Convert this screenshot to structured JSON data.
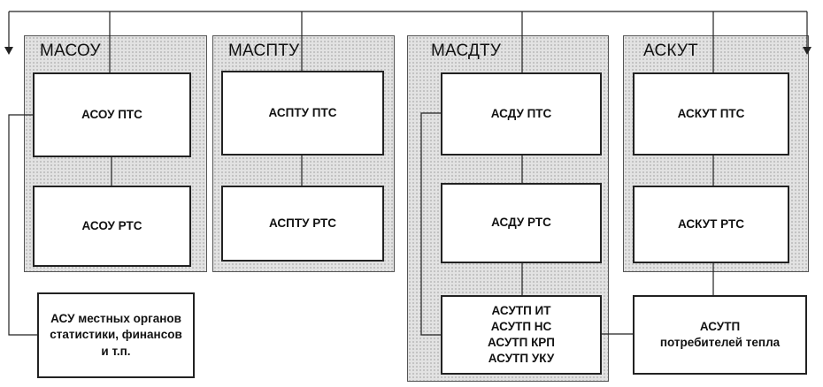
{
  "groups": [
    {
      "id": "masou",
      "title": "МАСОУ"
    },
    {
      "id": "maspty",
      "title": "МАСПТУ"
    },
    {
      "id": "masdtu",
      "title": "МАСДТУ"
    },
    {
      "id": "askut",
      "title": "АСКУТ"
    }
  ],
  "boxes": {
    "asou_pts": "АСОУ ПТС",
    "asou_rts": "АСОУ РТС",
    "aspty_pts": "АСПТУ ПТС",
    "aspty_rts": "АСПТУ РТС",
    "asdu_pts": "АСДУ ПТС",
    "asdu_rts": "АСДУ РТС",
    "askut_pts": "АСКУТ ПТС",
    "askut_rts": "АСКУТ РТС",
    "asu_local": "АСУ местных органов\nстатистики, финансов\nи т.п.",
    "asutp_list": "АСУТП ИТ\nАСУТП НС\nАСУТП КРП\nАСУТП УКУ",
    "asutp_consumers": "АСУТП\nпотребителей тепла"
  }
}
